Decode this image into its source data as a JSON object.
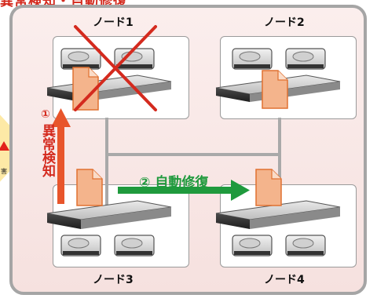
{
  "header": {
    "title": "異常検知・自動修復"
  },
  "nodes": [
    {
      "label": "ノード1",
      "status": "failed"
    },
    {
      "label": "ノード2",
      "status": "normal"
    },
    {
      "label": "ノード3",
      "status": "normal"
    },
    {
      "label": "ノード4",
      "status": "normal"
    }
  ],
  "steps": [
    {
      "number": "①",
      "label": "異常検知",
      "color": "#d42a1e"
    },
    {
      "number": "②",
      "label": "自動修復",
      "color": "#1f9a3d"
    }
  ],
  "alert": {
    "small_text": "害"
  },
  "colors": {
    "frame_border": "#a5a5a5",
    "frame_bg": "#fbeeed",
    "doc_fill": "#f4b48c",
    "failure_cross": "#d42a1e",
    "detect_arrow": "#e8552b",
    "repair_arrow": "#1f9a3d"
  }
}
